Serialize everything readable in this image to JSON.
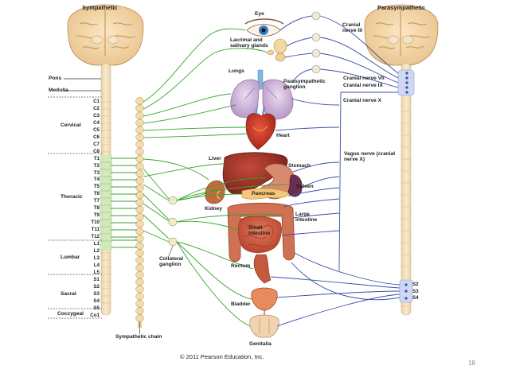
{
  "diagram": {
    "sympathetic_title": "Sympathetic",
    "parasympathetic_title": "Parasympathetic",
    "brainstem": {
      "pons": "Pons",
      "medulla": "Medulla"
    },
    "regions": {
      "cervical": "Cervical",
      "thoracic": "Thoracic",
      "lumbar": "Lumbar",
      "sacral": "Sacral",
      "coccygeal": "Coccygeal"
    },
    "segments": [
      "C1",
      "C2",
      "C3",
      "C4",
      "C5",
      "C6",
      "C7",
      "C8",
      "T1",
      "T2",
      "T3",
      "T4",
      "T5",
      "T6",
      "T7",
      "T8",
      "T9",
      "T10",
      "T11",
      "T12",
      "L1",
      "L2",
      "L3",
      "L4",
      "L5",
      "S1",
      "S2",
      "S3",
      "S4",
      "S5",
      "Co1"
    ],
    "parasympathetic_sacral": [
      "S2",
      "S3",
      "S4"
    ],
    "labels": {
      "sympathetic_chain": "Sympathetic chain",
      "collateral_ganglion": "Collateral ganglion",
      "parasympathetic_ganglion": "Parasympathetic ganglion",
      "cranial_nerve_iii": "Cranial nerve III",
      "cranial_nerve_vii": "Cranial nerve VII",
      "cranial_nerve_ix": "Cranial nerve IX",
      "cranial_nerve_x": "Cranial nerve X",
      "vagus_nerve": "Vagus nerve (cranial nerve X)"
    },
    "organs": {
      "eye": "Eye",
      "lacrimal": "Lacrimal and salivary glands",
      "lungs": "Lungs",
      "heart": "Heart",
      "liver": "Liver",
      "stomach": "Stomach",
      "spleen": "Spleen",
      "pancreas": "Pancreas",
      "kidney": "Kidney",
      "large_intestine": "Large intestine",
      "small_intestine": "Small intestine",
      "rectum": "Rectum",
      "bladder": "Bladder",
      "genitalia": "Genitalia"
    },
    "copyright": "© 2011 Pearson Education, Inc."
  },
  "slide_number": "18",
  "colors": {
    "sympathetic_fiber": "#3aa52f",
    "parasympathetic_fiber": "#3a4fa8",
    "spinal_cord": "#f1dfbc",
    "ganglion": "#f3e2b6",
    "sympathetic_zone": "#d6f0c6",
    "parasympathetic_zone": "#cfd8f2"
  }
}
